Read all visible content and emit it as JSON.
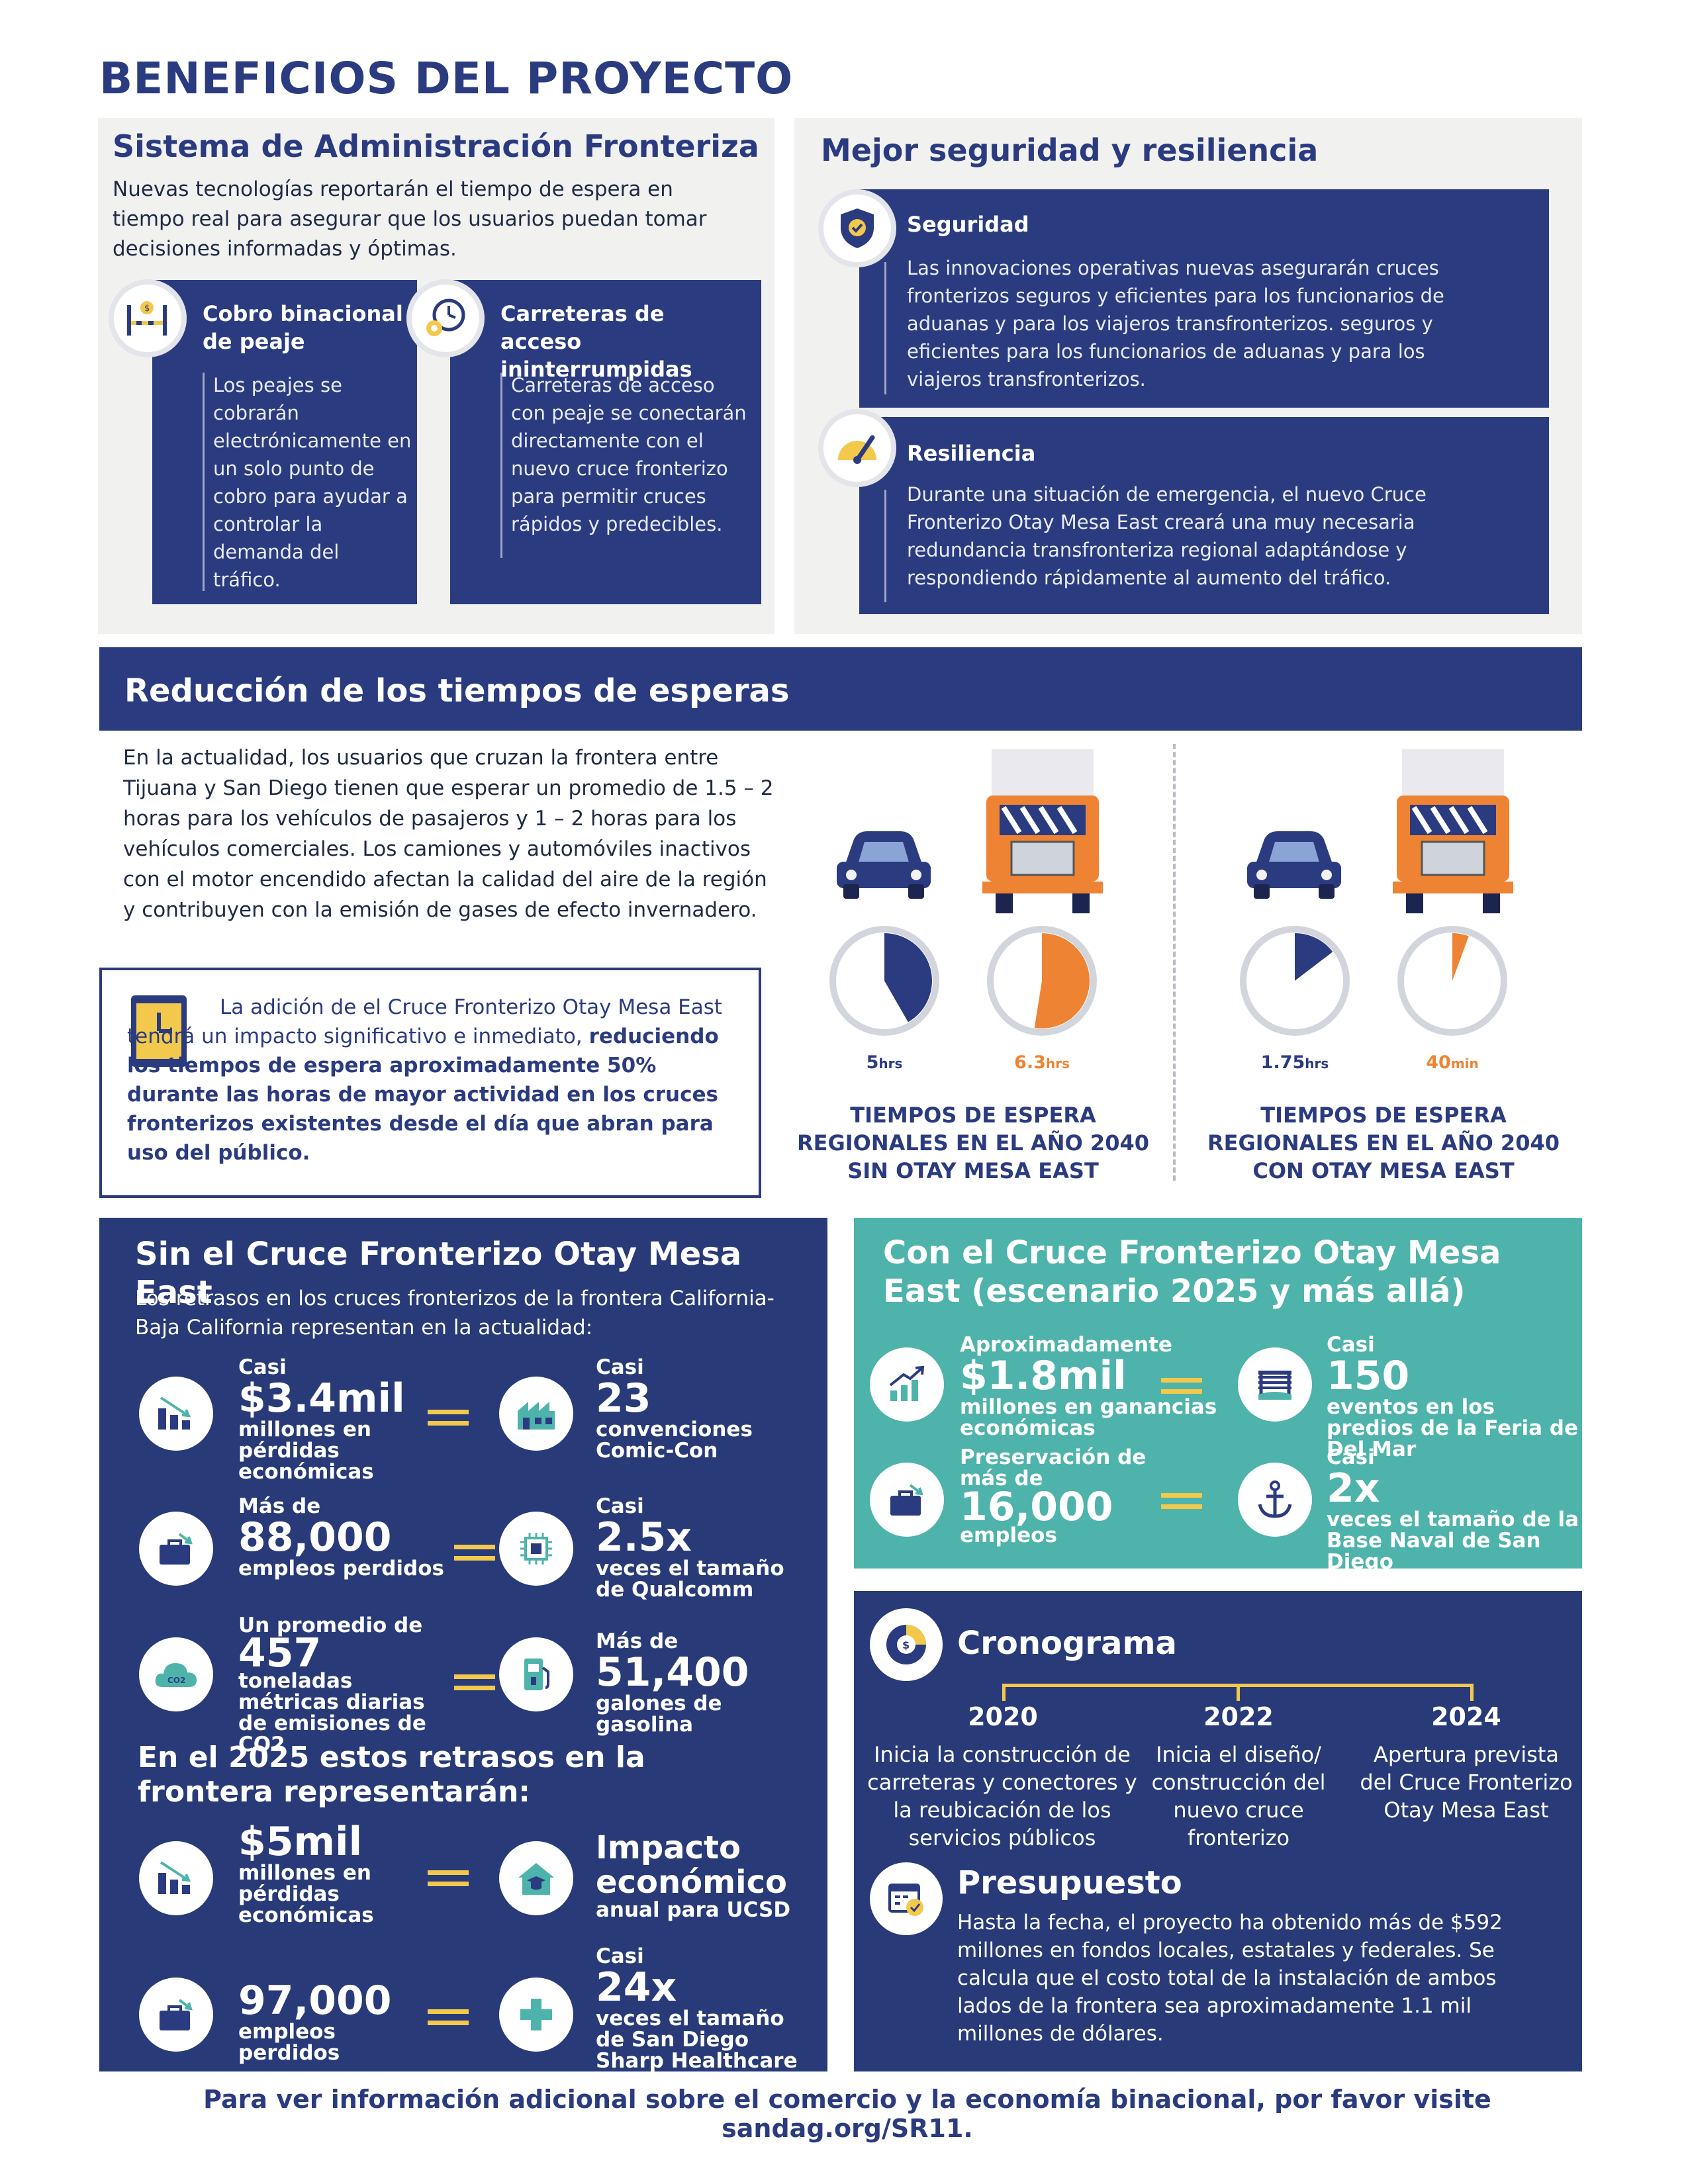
{
  "header": {
    "title": "BENEFICIOS DEL PROYECTO"
  },
  "border_system": {
    "title": "Sistema de Administración Fronteriza",
    "intro": "Nuevas tecnologías reportarán el tiempo de espera en tiempo real para asegurar que los usuarios puedan tomar decisiones informadas y óptimas.",
    "cards": [
      {
        "title": "Cobro binacional de peaje",
        "icon": "toll-gate-icon",
        "text": "Los peajes se cobrarán electrónicamente en un solo punto de cobro para ayudar a controlar la demanda del tráfico."
      },
      {
        "title": "Carreteras de acceso ininterrumpidas",
        "icon": "clock-gear-icon",
        "text": "Carreteras de acceso con peaje se conectarán directamente con el nuevo cruce fronterizo para permitir cruces rápidos y predecibles."
      }
    ]
  },
  "security": {
    "title": "Mejor seguridad y resiliencia",
    "cards": [
      {
        "title": "Seguridad",
        "icon": "shield-check-icon",
        "text": "Las innovaciones operativas nuevas asegurarán cruces fronterizos seguros y eficientes para los funcionarios de aduanas y para los viajeros transfronterizos. seguros y eficientes para los funcionarios de aduanas y para los viajeros transfronterizos."
      },
      {
        "title": "Resiliencia",
        "icon": "gauge-speed-icon",
        "text": "Durante una situación de emergencia, el nuevo Cruce Fronterizo Otay Mesa East creará una muy necesaria redundancia transfronteriza regional adaptándose y respondiendo rápidamente al aumento del tráfico."
      }
    ]
  },
  "wait": {
    "title": "Reducción de los tiempos de esperas",
    "intro": "En la actualidad, los usuarios que cruzan la frontera entre Tijuana y San Diego tienen que esperar un promedio de 1.5 – 2 horas para los vehículos de pasajeros y 1 – 2 horas para los vehículos comerciales. Los camiones y automóviles inactivos con el motor encendido afectan la calidad del aire de la región y contribuyen con la emisión de gases de efecto invernadero.",
    "callout_plain": "La adición de el Cruce Fronterizo Otay Mesa East tendrá un impacto significativo e inmediato, ",
    "callout_bold": "reduciendo los tiempos de espera aproximadamente 50% durante las horas de mayor actividad en los cruces fronterizos existentes desde el día que abran para uso del público.",
    "groups": [
      {
        "caption": "TIEMPOS DE ESPERA REGIONALES EN EL AÑO 2040 SIN OTAY MESA EAST",
        "gauges": [
          {
            "value": "5",
            "unit": "hrs",
            "fraction": 0.417,
            "color": "#2b3b80"
          },
          {
            "value": "6.3",
            "unit": "hrs",
            "fraction": 0.525,
            "color": "#ee8433"
          }
        ]
      },
      {
        "caption": "TIEMPOS DE ESPERA REGIONALES EN EL AÑO 2040 CON OTAY MESA EAST",
        "gauges": [
          {
            "value": "1.75",
            "unit": "hrs",
            "fraction": 0.146,
            "color": "#2b3b80"
          },
          {
            "value": "40",
            "unit": "min",
            "fraction": 0.056,
            "color": "#ee8433"
          }
        ]
      }
    ]
  },
  "without": {
    "title": "Sin el Cruce Fronterizo Otay Mesa East",
    "intro": "Los retrasos en los cruces fronterizos de la frontera California-Baja California representan en la actualidad:",
    "rows": [
      {
        "left_icon": "bar-chart-down-icon",
        "left_pre": "Casi",
        "left_big": "$3.4mil",
        "left_post": "millones en pérdidas económicas",
        "right_icon": "convention-center-icon",
        "right_pre": "Casi",
        "right_big": "23",
        "right_post": "convenciones Comic-Con"
      },
      {
        "left_icon": "briefcase-icon",
        "left_pre": "Más de",
        "left_big": "88,000",
        "left_post": "empleos perdidos",
        "right_icon": "microchip-icon",
        "right_pre": "Casi",
        "right_big": "2.5x",
        "right_post": "veces el tamaño de Qualcomm"
      },
      {
        "left_icon": "co2-cloud-icon",
        "left_pre": "Un promedio de",
        "left_big": "457",
        "left_post": "toneladas métricas diarias de emisiones de CO2",
        "right_icon": "gas-pump-icon",
        "right_pre": "Más de",
        "right_big": "51,400",
        "right_post": "galones de gasolina"
      }
    ],
    "subtitle": "En el 2025 estos retrasos en la frontera representarán:",
    "rows2025": [
      {
        "left_icon": "bar-chart-down-icon",
        "left_pre": "",
        "left_big": "$5mil",
        "left_post": "millones en pérdidas económicas",
        "right_icon": "graduation-house-icon",
        "right_pre": "",
        "right_big": "Impacto económico",
        "right_post": "anual para UCSD"
      },
      {
        "left_icon": "briefcase-icon",
        "left_pre": "",
        "left_big": "97,000",
        "left_post": "empleos perdidos",
        "right_icon": "medical-cross-icon",
        "right_pre": "Casi",
        "right_big": "24x",
        "right_post": "veces el tamaño de San Diego Sharp Healthcare"
      }
    ]
  },
  "with": {
    "title": "Con el Cruce Fronterizo Otay Mesa East (escenario 2025 y más allá)",
    "rows": [
      {
        "left_icon": "growth-chart-icon",
        "left_pre": "Aproximadamente",
        "left_big": "$1.8mil",
        "left_post": "millones en ganancias económicas",
        "right_icon": "fairground-icon",
        "right_pre": "Casi",
        "right_big": "150",
        "right_post": "eventos en los predios de la Feria de Del Mar"
      },
      {
        "left_icon": "briefcase-icon",
        "left_pre": "Preservación de más de",
        "left_big": "16,000",
        "left_post": "empleos",
        "right_icon": "anchor-icon",
        "right_pre": "Casi",
        "right_big": "2x",
        "right_post": "veces el tamaño de la Base Naval de San Diego"
      }
    ]
  },
  "timeline": {
    "title": "Cronograma",
    "items": [
      {
        "year": "2020",
        "text": "Inicia la construcción de carreteras y conectores y la reubicación de los servicios públicos"
      },
      {
        "year": "2022",
        "text": "Inicia el diseño/ construcción del nuevo cruce fronterizo"
      },
      {
        "year": "2024",
        "text": "Apertura prevista del Cruce Fronterizo Otay Mesa East"
      }
    ]
  },
  "budget": {
    "title": "Presupuesto",
    "text": "Hasta la fecha, el proyecto ha obtenido más de $592 millones en fondos locales, estatales y federales. Se calcula que el costo total de la instalación de ambos lados de la frontera sea aproximadamente 1.1 mil millones de dólares."
  },
  "footer": {
    "text": "Para ver información adicional sobre el comercio y la economía binacional, por favor visite sandag.org/SR11."
  },
  "colors": {
    "navy": "#2b3b80",
    "teal": "#4db3ab",
    "orange": "#ee8433",
    "yellow": "#f2c94c"
  }
}
